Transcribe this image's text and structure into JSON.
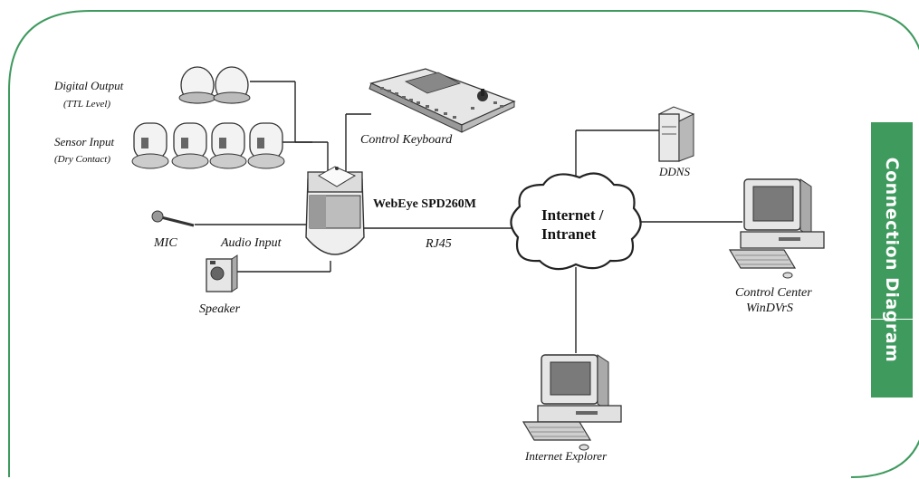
{
  "side_tab": {
    "label": "Connection Diagram"
  },
  "colors": {
    "frame": "#3f9a5e",
    "tab_bg": "#3f9a5e",
    "tab_text": "#ffffff",
    "lines": "#222222"
  },
  "labels": {
    "digital_output": "Digital Output",
    "ttl_level": "(TTL Level)",
    "sensor_input": "Sensor Input",
    "dry_contact": "(Dry Contact)",
    "control_keyboard": "Control Keyboard",
    "camera_model": "WebEye SPD260M",
    "mic": "MIC",
    "audio_input": "Audio Input",
    "rj45": "RJ45",
    "speaker": "Speaker",
    "internet_line1": "Internet /",
    "internet_line2": "Intranet",
    "ddns": "DDNS",
    "control_center": "Control Center",
    "windvrs": "WinDVrS",
    "internet_explorer": "Internet Explorer"
  }
}
